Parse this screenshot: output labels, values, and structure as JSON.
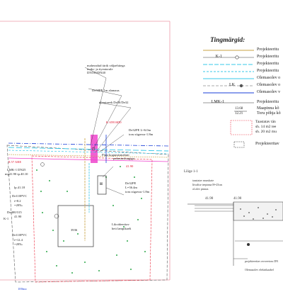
{
  "legend": {
    "title": "Tingmärgid:",
    "rows": [
      {
        "code": "",
        "text": "Projekteeritu",
        "color": "#c8a040"
      },
      {
        "code": "K-1",
        "text": "Projekteeritu",
        "color": "#3b3b3b"
      },
      {
        "code": "",
        "text": "Projekteeritu",
        "color": "#38c8e8"
      },
      {
        "code": "",
        "text": "Projekteeritu",
        "color": "#38c8e8"
      },
      {
        "code": "",
        "text": "Olemasolev o",
        "color": "#38c8e8"
      },
      {
        "code": "LK",
        "text": "Olemasolev o",
        "color": "#555555"
      },
      {
        "code": "",
        "text": "Olemasolev v",
        "color": "#1a3fd8"
      },
      {
        "code": "LMK-1",
        "text": "Projekteeritu",
        "color": "#3b3b3b"
      }
    ],
    "elevation_sample_top": "13.68",
    "elevation_sample_bottom": "12.21",
    "elevation_text_1": "Maapinna kõ",
    "elevation_text_2": "Toru põhja kõ",
    "restore_text_1": "Taastatav tän",
    "restore_text_2": "sh. 14 m2 tee",
    "restore_text_3": "sh. 20 m2 mu",
    "last_text": "Projekteeritav"
  },
  "section": {
    "title": "Lõige 1-1",
    "label_1": "taastatav murukate",
    "label_2": "liivalise teepinna H=25cm",
    "label_3": "ol.olev pinnas",
    "label_elev_left": "41.90",
    "label_elev_right": "41.90",
    "label_4": "projekteeritav reoveetoru DN",
    "label_5": "Olemasolev elektrikaabel"
  },
  "plan_labels": {
    "a1": "maheradud ütrik väljaehitega",
    "a2": "maks- ja tiyeatorule",
    "a3": "DN100/DN40",
    "a4": "De50PE 1m alamaus",
    "a5": "ülemineek De50/De32",
    "a6": "K 65916D0",
    "a7": "De32PE L=6.0m",
    "a8": "toru sügavus-1.8m",
    "a9": "Plast kogumismahuti",
    "a10": "puhastusluugiga",
    "a11": "De32PE",
    "a12": "L=36.4m",
    "a13": "toru sügavus-1.8m",
    "a14": "LMK-1 DN25",
    "a15": "mp41.90 tp.40.10",
    "a16": "lp.41.18",
    "a17": "De110PVC",
    "a18": "i=8.2",
    "a19": "=20‰",
    "a20": "Dn400/315",
    "a21": "K-1",
    "a22": "41.90",
    "a23": "De110PVC",
    "a24": "i=12.4",
    "a25": "=20‰",
    "a26": "Likvideeritav",
    "a27": "heit lampikaeli",
    "a28": "H",
    "a29": "8.57 ARE",
    "a30": "41.90",
    "a31": "3936",
    "a32": "100ma"
  }
}
